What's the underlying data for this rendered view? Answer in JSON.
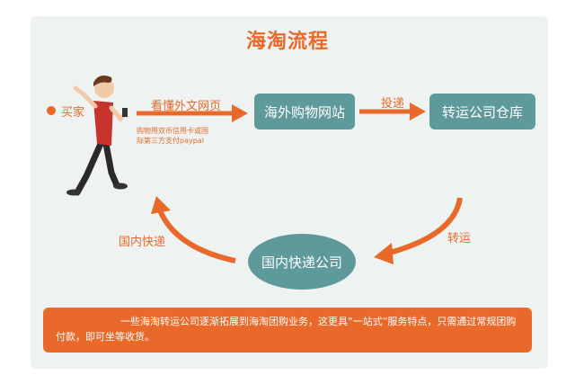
{
  "title": "海淘流程",
  "buyer_label": "买家",
  "arrow_browse_label": "看懂外文网页",
  "payment_note_line1": "购物用双币信用卡或国",
  "payment_note_line2": "际第三方支付paypal",
  "shop_box": "海外购物网站",
  "deliver_label": "投递",
  "warehouse_box": "转运公司仓库",
  "transship_label": "转运",
  "domestic_box": "国内快递公司",
  "domestic_express_label": "国内快递",
  "banner_text": "一些海淘转运公司逐渐拓展到海淘团购业务，这更具“一站式”服务特点，只需通过常规团购付款，即可坐等收货。",
  "colors": {
    "accent": "#e8692a",
    "box": "#5f9a9b",
    "panel": "#eef3f2"
  }
}
